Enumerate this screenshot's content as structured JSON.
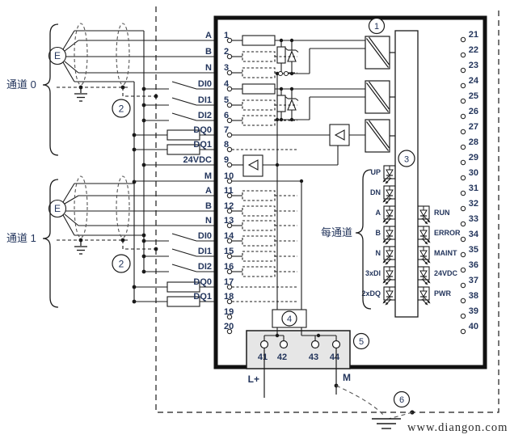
{
  "diagram": {
    "channel0_label": "通道 0",
    "channel1_label": "通道 1",
    "per_channel_label": "每通道",
    "encoder_label": "E",
    "callouts": {
      "c1": "1",
      "c2": "2",
      "c3": "3",
      "c4": "4",
      "c5": "5",
      "c6": "6"
    },
    "power_labels": {
      "l_plus": "L+",
      "m": "M"
    },
    "watermark": "www.diangon.com"
  },
  "module": {
    "left_pins": [
      {
        "num": "1",
        "label": "A"
      },
      {
        "num": "2",
        "label": "B"
      },
      {
        "num": "3",
        "label": "N"
      },
      {
        "num": "4",
        "label": "DI0"
      },
      {
        "num": "5",
        "label": "DI1"
      },
      {
        "num": "6",
        "label": "DI2"
      },
      {
        "num": "7",
        "label": "DQ0"
      },
      {
        "num": "8",
        "label": "DQ1"
      },
      {
        "num": "9",
        "label": "24VDC"
      },
      {
        "num": "10",
        "label": "M"
      },
      {
        "num": "11",
        "label": "A"
      },
      {
        "num": "12",
        "label": "B"
      },
      {
        "num": "13",
        "label": "N"
      },
      {
        "num": "14",
        "label": "DI0"
      },
      {
        "num": "15",
        "label": "DI1"
      },
      {
        "num": "16",
        "label": "DI2"
      },
      {
        "num": "17",
        "label": "DQ0"
      },
      {
        "num": "18",
        "label": "DQ1"
      },
      {
        "num": "19",
        "label": ""
      },
      {
        "num": "20",
        "label": ""
      }
    ],
    "right_pins": [
      "21",
      "22",
      "23",
      "24",
      "25",
      "26",
      "27",
      "28",
      "29",
      "30",
      "31",
      "32",
      "33",
      "34",
      "35",
      "36",
      "37",
      "38",
      "39",
      "40"
    ],
    "leds_left": [
      "UP",
      "DN",
      "A",
      "B",
      "N",
      "3xDI",
      "2xDQ"
    ],
    "leds_right": [
      "RUN",
      "ERROR",
      "MAINT",
      "24VDC",
      "PWR"
    ],
    "power_terminals": [
      "41",
      "42",
      "43",
      "44"
    ]
  },
  "colors": {
    "line": "#1a1a1a",
    "text": "#23355c",
    "gray_box": "#e6e6e6",
    "background": "#ffffff"
  }
}
